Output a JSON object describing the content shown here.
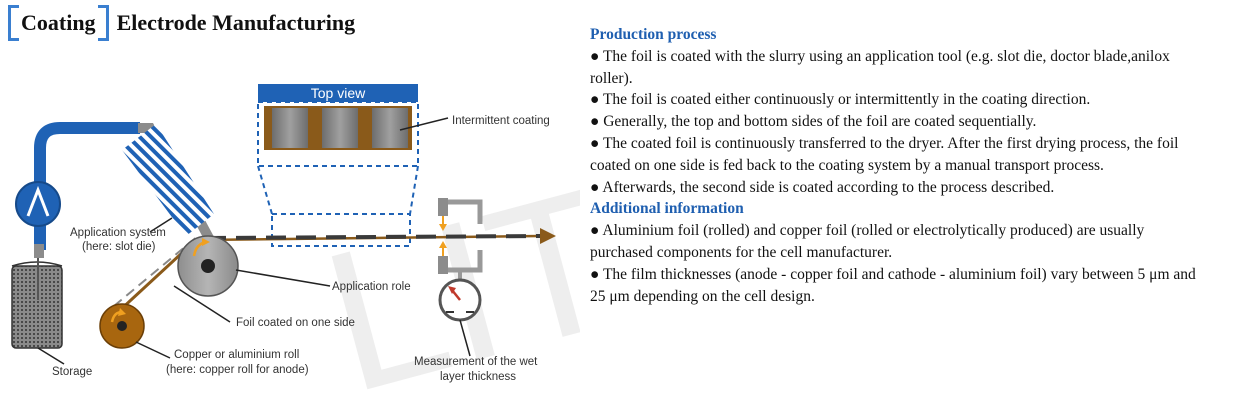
{
  "header": {
    "word_boxed": "Coating",
    "word_main": "Electrode Manufacturing"
  },
  "diagram": {
    "top_view_label": "Top view",
    "labels": {
      "intermittent_coating": "Intermittent coating",
      "application_system_1": "Application system",
      "application_system_2": "(here: slot die)",
      "application_role": "Application role",
      "foil_coated": "Foil coated on one side",
      "roll_1": "Copper or aluminium roll",
      "roll_2": "(here: copper roll for anode)",
      "storage": "Storage",
      "measurement_1": "Measurement of the wet",
      "measurement_2": "layer thickness"
    },
    "colors": {
      "pipe_blue": "#1f62b5",
      "brown": "#8a5a1a",
      "roll_brown": "#a8660f",
      "arrow_orange": "#f0a020",
      "dash_blue": "#2a6fc7"
    }
  },
  "panel": {
    "production_heading": "Production process",
    "production_items": [
      "● The foil is coated with the slurry using an application tool (e.g. slot die, doctor blade,anilox roller).",
      "● The foil is coated either continuously or intermittently in the coating direction.",
      "● Generally, the top and bottom sides of the foil are coated sequentially.",
      "● The coated foil is continuously transferred to the dryer. After the first drying process, the foil coated on one side is fed back to the coating system by a manual transport process.",
      "● Afterwards, the second side is coated according to the process described."
    ],
    "additional_heading": "Additional information",
    "additional_items": [
      "● Aluminium foil (rolled) and copper foil (rolled or electrolytically produced) are usually purchased components for the cell manufacturer.",
      "● The film thicknesses (anode - copper foil and cathode - aluminium foil) vary between 5 μm and 25 μm depending on the cell design."
    ]
  }
}
